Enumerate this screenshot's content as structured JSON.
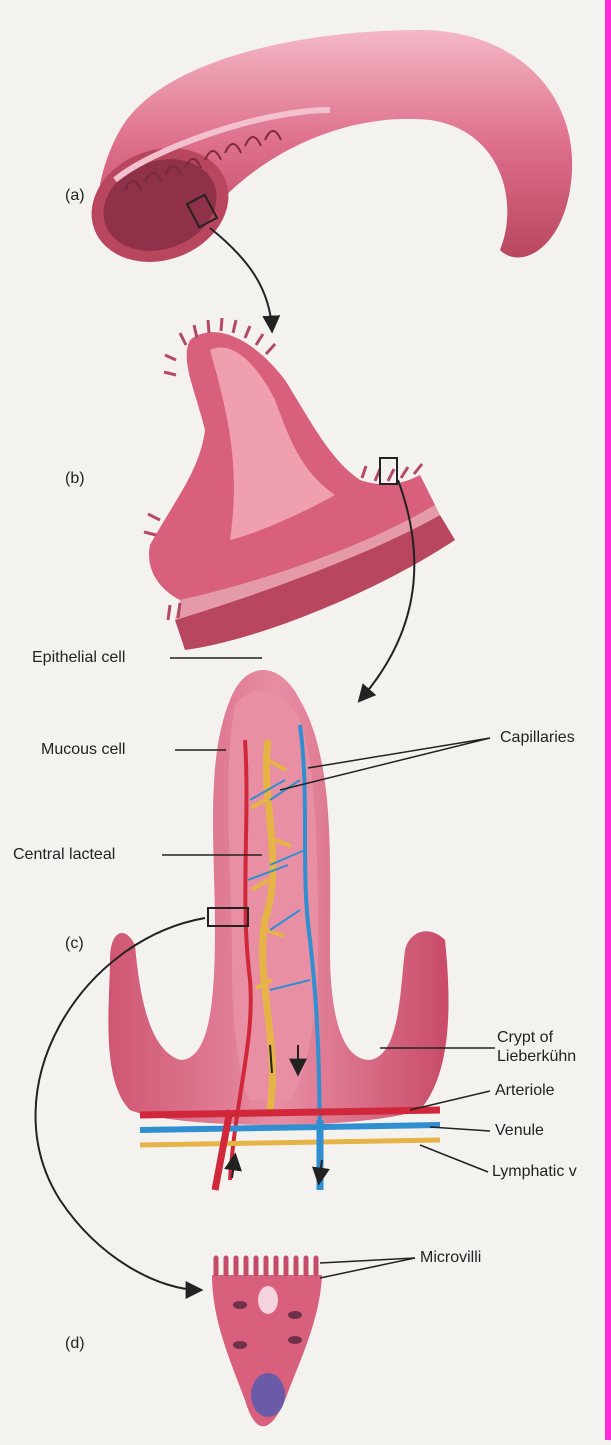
{
  "panels": [
    "(a)",
    "(b)",
    "(c)",
    "(d)"
  ],
  "labels": {
    "epithelial_cell": "Epithelial cell",
    "mucous_cell": "Mucous cell",
    "central_lacteal": "Central lacteal",
    "capillaries": "Capillaries",
    "crypt_line1": "Crypt of",
    "crypt_line2": "Lieberkühn",
    "arteriole": "Arteriole",
    "venule": "Venule",
    "lymphatic": "Lymphatic v",
    "microvilli": "Microvilli"
  },
  "colors": {
    "tissue": "#d9607c",
    "tissue_light": "#ec9fb2",
    "artery": "#d0283a",
    "vein": "#2f8fd0",
    "lymph": "#e6b446",
    "border": "#ff2bd8"
  }
}
